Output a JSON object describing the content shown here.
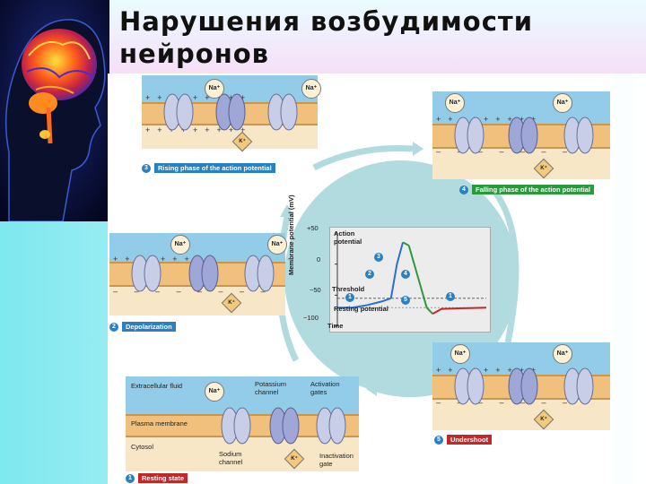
{
  "slide": {
    "title": "Нарушения возбудимости нейронов"
  },
  "colors": {
    "background_gradient_left": "#7ee8ef",
    "background_gradient_right": "#ffffff",
    "extracellular": "#93cce8",
    "membrane": "#f0c07c",
    "cytosol": "#f8e7c6",
    "caption_blue": "#2a80c0",
    "caption_green": "#2a9a3c",
    "caption_red": "#c0282a",
    "action_potential_curve_green": "#2a9a3c",
    "action_potential_curve_blue": "#2a70c8",
    "action_potential_curve_red": "#c0282a"
  },
  "figure": {
    "panels": {
      "rising": {
        "step": "3",
        "caption": "Rising phase of the action potential"
      },
      "falling": {
        "step": "4",
        "caption": "Falling phase of the action potential"
      },
      "depolarization": {
        "step": "2",
        "caption": "Depolarization"
      },
      "undershoot": {
        "step": "5",
        "caption": "Undershoot"
      },
      "resting": {
        "step": "1",
        "caption": "Resting state",
        "labels": {
          "extracellular_fluid": "Extracellular fluid",
          "potassium_channel": "Potassium channel",
          "activation_gates": "Activation gates",
          "plasma_membrane": "Plasma membrane",
          "cytosol": "Cytosol",
          "sodium_channel": "Sodium channel",
          "inactivation_gate": "Inactivation gate"
        }
      }
    },
    "ions": {
      "sodium": "Na⁺",
      "potassium": "K⁺"
    },
    "graph": {
      "y_axis_label": "Membrane potential (mV)",
      "x_axis_label": "Time",
      "tick_labels": [
        "+50",
        "0",
        "−50",
        "−100"
      ],
      "annotations": {
        "action_potential": "Action potential",
        "threshold": "Threshold",
        "resting_potential": "Resting potential"
      },
      "step_markers": [
        "1",
        "2",
        "3",
        "4",
        "5",
        "1"
      ]
    }
  },
  "chart_data": {
    "type": "line",
    "title": "",
    "xlabel": "Time",
    "ylabel": "Membrane potential (mV)",
    "ylim": [
      -100,
      50
    ],
    "yticks": [
      50,
      0,
      -50,
      -100
    ],
    "series": [
      {
        "x": [
          0,
          1,
          2,
          3,
          3.6
        ],
        "y": [
          -70,
          -70,
          -66,
          -60,
          -55
        ],
        "color": "#2a70c8"
      },
      {
        "x": [
          3.6,
          4.0,
          4.4
        ],
        "y": [
          -55,
          0,
          35
        ],
        "color": "#2a70c8"
      },
      {
        "x": [
          4.4,
          4.8
        ],
        "y": [
          35,
          30
        ],
        "color": "#2a9a3c"
      },
      {
        "x": [
          4.8,
          5.4,
          6.0,
          6.4
        ],
        "y": [
          30,
          -20,
          -70,
          -80
        ],
        "color": "#2a9a3c"
      },
      {
        "x": [
          6.4,
          7.0,
          10
        ],
        "y": [
          -80,
          -72,
          -70
        ],
        "color": "#c0282a"
      }
    ],
    "threshold": -55,
    "resting_potential": -70,
    "grid": false
  }
}
